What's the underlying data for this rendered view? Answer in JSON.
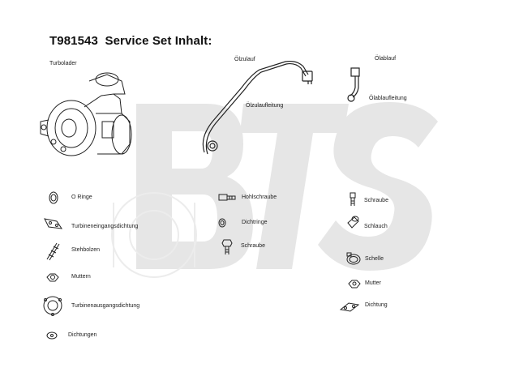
{
  "header": {
    "part_number": "T981543",
    "title_suffix": "Service Set Inhalt:"
  },
  "watermark": {
    "text": "BTS",
    "color": "#e4e4e4"
  },
  "drawings": {
    "turbocharger": "Turbolader",
    "oil_inlet": "Ölzulauf",
    "oil_inlet_line": "Ölzulaufleitung",
    "oil_outlet": "Ölablauf",
    "oil_outlet_line": "Ölablaufleitung"
  },
  "parts": {
    "o_rings": "O Ringe",
    "turbine_inlet_gasket": "Turbineneingangsdichtung",
    "studs": "Stehbolzen",
    "nuts_left": "Muttern",
    "turbine_outlet_gasket": "Turbinenausgangsdichtung",
    "gaskets": "Dichtungen",
    "banjo_bolt": "Hohlschraube",
    "sealing_rings": "Dichtringe",
    "screw_mid": "Schraube",
    "screw_right": "Schraube",
    "hose": "Schlauch",
    "clamp": "Schelle",
    "nut_right": "Mutter",
    "seal_right": "Dichtung"
  }
}
